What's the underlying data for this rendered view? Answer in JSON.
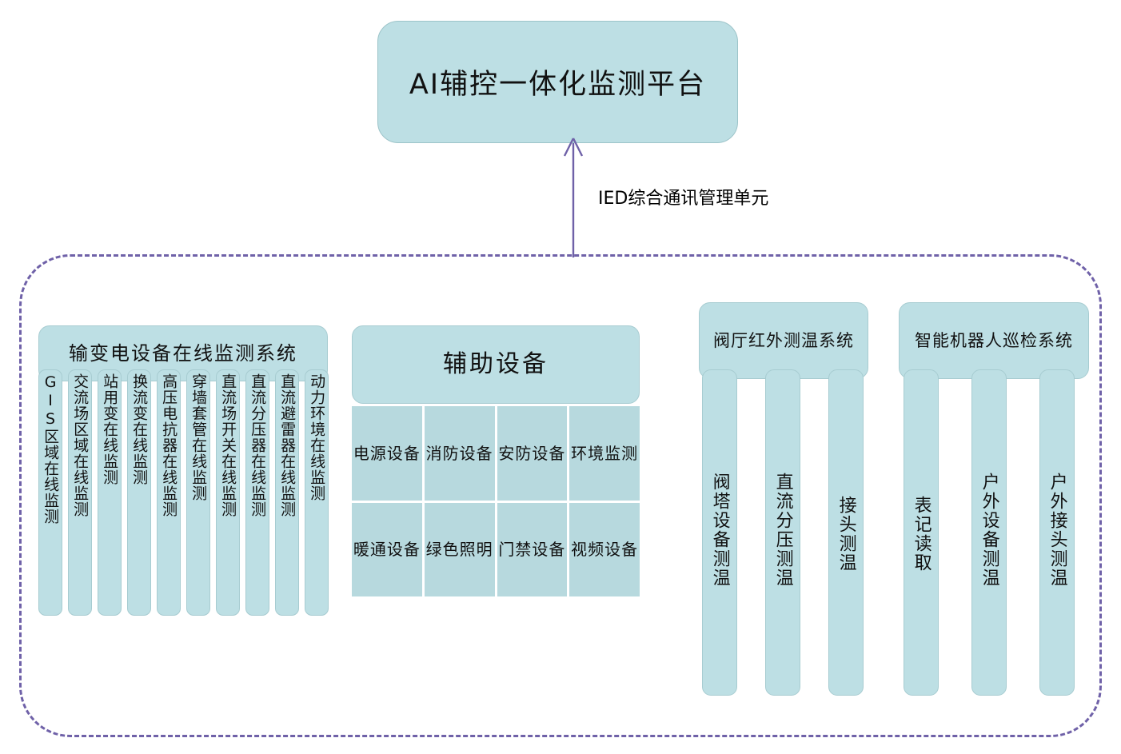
{
  "platform": {
    "title": "AI辅控一体化监测平台"
  },
  "connector": {
    "label": "IED综合通讯管理单元",
    "arrow_icon": "up-arrow-icon"
  },
  "colors": {
    "box_fill": "#bddfe4",
    "box_border": "#a7ccd1",
    "grid_cell_fill": "#b7d9de",
    "dashed_border": "#6f61a8",
    "arrow": "#6f61a8",
    "text": "#111111"
  },
  "groups": [
    {
      "id": "transmission-monitoring",
      "header": "输变电设备在线监测系统",
      "items": [
        "GIS区域在线监测",
        "交流场区域在线监测",
        "站用变在线监测",
        "换流变在线监测",
        "高压电抗器在线监测",
        "穿墙套管在线监测",
        "直流场开关在线监测",
        "直流分压器在线监测",
        "直流避雷器在线监测",
        "动力环境在线监测"
      ]
    },
    {
      "id": "auxiliary-equipment",
      "header": "辅助设备",
      "grid": [
        [
          "电源设备",
          "消防设备",
          "安防设备",
          "环境监测"
        ],
        [
          "暖通设备",
          "绿色照明",
          "门禁设备",
          "视频设备"
        ]
      ]
    },
    {
      "id": "valve-hall-infrared",
      "header": "阀厅红外测温系统",
      "items": [
        "阀塔设备测温",
        "直流分压测温",
        "接头测温"
      ]
    },
    {
      "id": "intelligent-robot-inspection",
      "header": "智能机器人巡检系统",
      "items": [
        "表记读取",
        "户外设备测温",
        "户外接头测温"
      ]
    }
  ]
}
